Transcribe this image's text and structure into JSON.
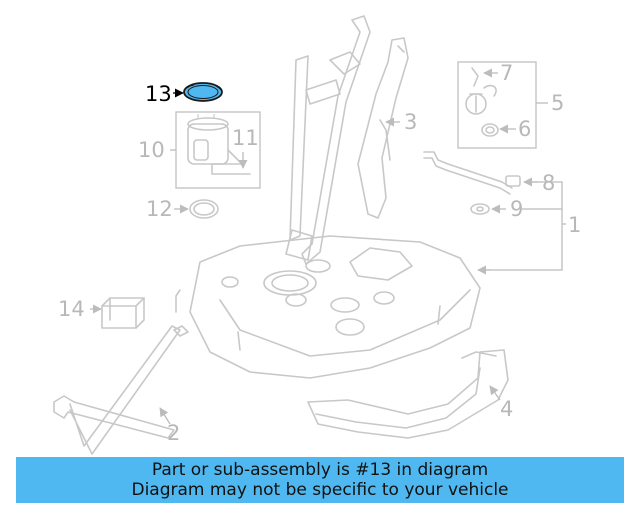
{
  "colors": {
    "highlight": "#4fb8f0",
    "line_art": "#c8c8c8",
    "highlight_label": "#000000",
    "banner_background": "#4fb8f0"
  },
  "callouts": {
    "c1": "1",
    "c2": "2",
    "c3": "3",
    "c4": "4",
    "c5": "5",
    "c6": "6",
    "c7": "7",
    "c8": "8",
    "c9": "9",
    "c10": "10",
    "c11": "11",
    "c12": "12",
    "c13": "13",
    "c14": "14"
  },
  "highlighted_part": "13",
  "banner": {
    "line1": "Part or sub-assembly is #13 in diagram",
    "line2": "Diagram may not be specific to your vehicle"
  }
}
